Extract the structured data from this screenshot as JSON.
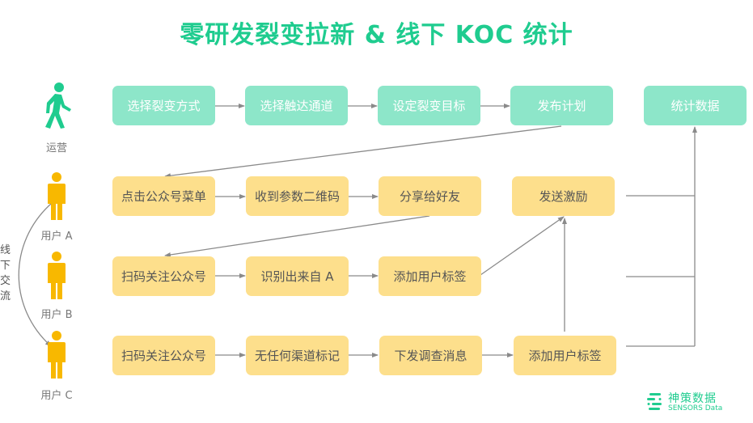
{
  "title": "零研发裂变拉新 & 线下 KOC 统计",
  "colors": {
    "accent": "#1fcc8f",
    "ops_box": "#8de6c9",
    "user_box": "#fddf8c",
    "user_figure": "#f8b800",
    "connector": "#8a8a8a"
  },
  "actors": {
    "operator": {
      "label": "运营",
      "icon": "walking-person-icon"
    },
    "user_a": {
      "label": "用户 A",
      "icon": "person-icon"
    },
    "user_b": {
      "label": "用户 B",
      "icon": "person-icon"
    },
    "user_c": {
      "label": "用户 C",
      "icon": "person-icon"
    }
  },
  "offline_exchange": {
    "chars": [
      "线",
      "下",
      "交",
      "流"
    ]
  },
  "rows": {
    "ops": [
      "选择裂变方式",
      "选择触达通道",
      "设定裂变目标",
      "发布计划",
      "统计数据"
    ],
    "user_a": [
      "点击公众号菜单",
      "收到参数二维码",
      "分享给好友",
      "发送激励"
    ],
    "user_b": [
      "扫码关注公众号",
      "识别出来自 A",
      "添加用户标签"
    ],
    "user_c": [
      "扫码关注公众号",
      "无任何渠道标记",
      "下发调查消息",
      "添加用户标签"
    ]
  },
  "logo": {
    "cn": "神策数据",
    "en": "SENSORS Data"
  }
}
